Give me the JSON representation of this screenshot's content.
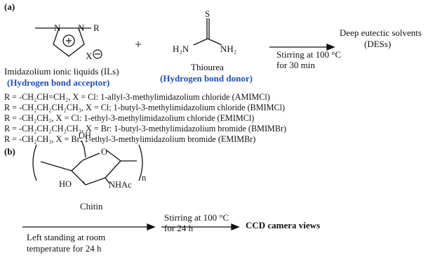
{
  "panel_a": {
    "label": "(a)",
    "il_substituent": "R",
    "il_anion": "X",
    "il_n1": "N",
    "il_n3": "N",
    "plus_sign": "+",
    "thiourea_s": "S",
    "thiourea_nh2_left": "H₂N",
    "thiourea_nh2_right": "NH₂",
    "thiourea_name": "Thiourea",
    "hbd_label": "(Hydrogen bond donor)",
    "il_name": "Imidazolium ionic liquids (ILs)",
    "hba_label": "(Hydrogen bond acceptor)",
    "condition_line1": "Stirring at 100 °C",
    "condition_line2": "for 30 min",
    "product_line1": "Deep eutectic solvents",
    "product_line2": "(DESs)",
    "r_definitions": [
      "R = -CH₂CH=CH₂, X = Cl: 1-allyl-3-methylimidazolium chloride (AMIMCl)",
      "R = -CH₂CH₂CH₂CH₃, X = Cl: 1-butyl-3-methylimidazolium chloride (BMIMCl)",
      "R = -CH₂CH₃, X = Cl: 1-ethyl-3-methylimidazolium chloride (EMIMCl)",
      "R = -CH₂CH₂CH₂CH₃, X = Br: 1-butyl-3-methylimidazolium bromide (BMIMBr)",
      "R = -CH₂CH₃, X = Br: 1-ethyl-3-methylimidazolium bromide (EMIMBr)"
    ]
  },
  "panel_b": {
    "label": "(b)",
    "oh_top": "OH",
    "ho_left": "HO",
    "nhac": "NHAc",
    "ring_o": "O",
    "subscript_n": "n",
    "chitin_name": "Chitin",
    "step1_line1": "Left standing at room",
    "step1_line2": "temperature for 24 h",
    "step2_line1": "Stirring at 100 °C",
    "step2_line2": "for 24 h",
    "result": "CCD camera views"
  }
}
